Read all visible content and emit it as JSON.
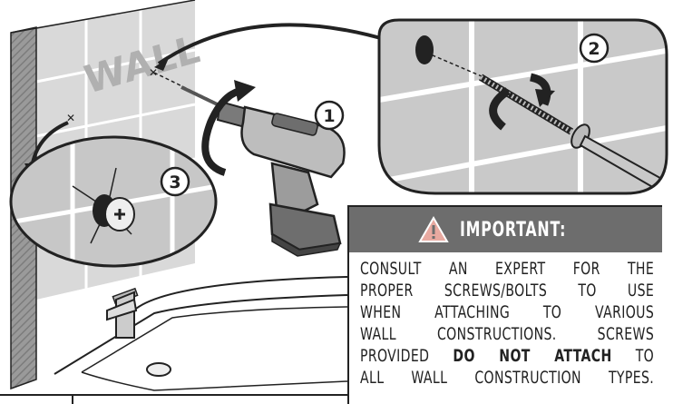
{
  "illustration": {
    "wall_text": "WALL",
    "step_labels": [
      "1",
      "2",
      "3"
    ]
  },
  "notice": {
    "title": "IMPORTANT:",
    "icon": "warning-triangle-icon",
    "lines": [
      {
        "before": "CONSULT  AN  EXPERT  FOR  THE",
        "bold": "",
        "after": ""
      },
      {
        "before": "PROPER SCREWS/BOLTS TO USE",
        "bold": "",
        "after": ""
      },
      {
        "before": "WHEN  ATTACHING  TO  VARIOUS",
        "bold": "",
        "after": ""
      },
      {
        "before": "WALL  CONSTRUCTIONS.  SCREWS",
        "bold": "",
        "after": ""
      },
      {
        "before": "PROVIDED ",
        "bold": "DO NOT ATTACH",
        "after": " TO"
      },
      {
        "before": "ALL WALL CONSTRUCTION TYPES.",
        "bold": "",
        "after": ""
      }
    ]
  },
  "colors": {
    "header_bg": "#6d6d6d",
    "warning_fill": "#e8a9a0",
    "wall_gray": "#8a8a8a"
  }
}
